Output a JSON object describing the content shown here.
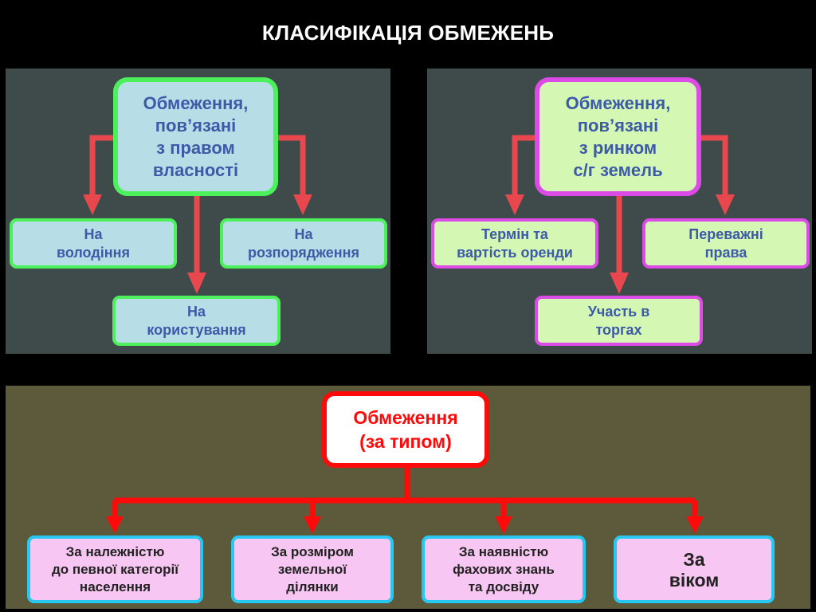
{
  "title": "КЛАСИФІКАЦІЯ ОБМЕЖЕНЬ",
  "left": {
    "root": "Обмеження,\nпов’язані\nз правом\nвласності",
    "children": [
      "На\nволодіння",
      "На\nрозпорядження",
      "На\nкористування"
    ]
  },
  "right": {
    "root": "Обмеження,\nпов’язані\nз ринком\nс/г земель",
    "children": [
      "Термін та\nвартість оренди",
      "Переважні\nправа",
      "Участь в\nторгах"
    ]
  },
  "bottom": {
    "root": "Обмеження\n(за типом)",
    "children": [
      "За належністю\nдо певної категорії\nнаселення",
      "За розміром\nземельної\nділянки",
      "За наявністю\nфахових знань\nта досвіду",
      "За\nвіком"
    ]
  },
  "colors": {
    "arrow_upper": "#e8484d",
    "arrow_lower": "#ff0a0a",
    "green_border": "#4cf05a",
    "pink_border": "#dc4be6",
    "red_border": "#ff0a0a",
    "cyan_border": "#27c8f0"
  }
}
